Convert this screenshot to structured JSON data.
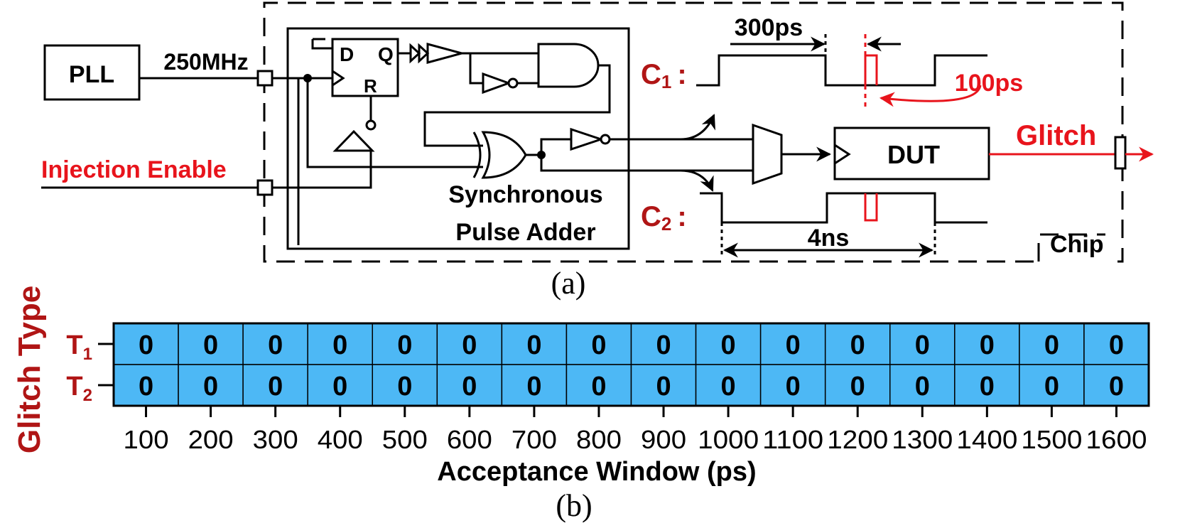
{
  "circuit": {
    "pll_label": "PLL",
    "freq_label": "250MHz",
    "injection_label": "Injection Enable",
    "ff_d": "D",
    "ff_q": "Q",
    "ff_r": "R",
    "spa_line1": "Synchronous",
    "spa_line2": "Pulse Adder",
    "dut_label": "DUT",
    "glitch_label": "Glitch",
    "chip_label": "Chip",
    "c1_letter": "C",
    "c1_sub": "1",
    "c1_colon": ":",
    "c2_letter": "C",
    "c2_sub": "2",
    "c2_colon": ":",
    "t300": "300ps",
    "t100": "100ps",
    "t4ns": "4ns",
    "caption": "(a)",
    "colors": {
      "red_label": "#b01515",
      "bright_red": "#e8141c",
      "line": "#000000"
    }
  },
  "chart_data": {
    "type": "heatmap",
    "ylabel": "Glitch Type",
    "xlabel": "Acceptance Window (ps)",
    "rows": [
      {
        "letter": "T",
        "sub": "1"
      },
      {
        "letter": "T",
        "sub": "2"
      }
    ],
    "x": [
      100,
      200,
      300,
      400,
      500,
      600,
      700,
      800,
      900,
      1000,
      1100,
      1200,
      1300,
      1400,
      1500,
      1600
    ],
    "values": [
      [
        0,
        0,
        0,
        0,
        0,
        0,
        0,
        0,
        0,
        0,
        0,
        0,
        0,
        0,
        0,
        0
      ],
      [
        0,
        0,
        0,
        0,
        0,
        0,
        0,
        0,
        0,
        0,
        0,
        0,
        0,
        0,
        0,
        0
      ]
    ],
    "cell_color": "#4db8f5",
    "caption": "(b)"
  }
}
